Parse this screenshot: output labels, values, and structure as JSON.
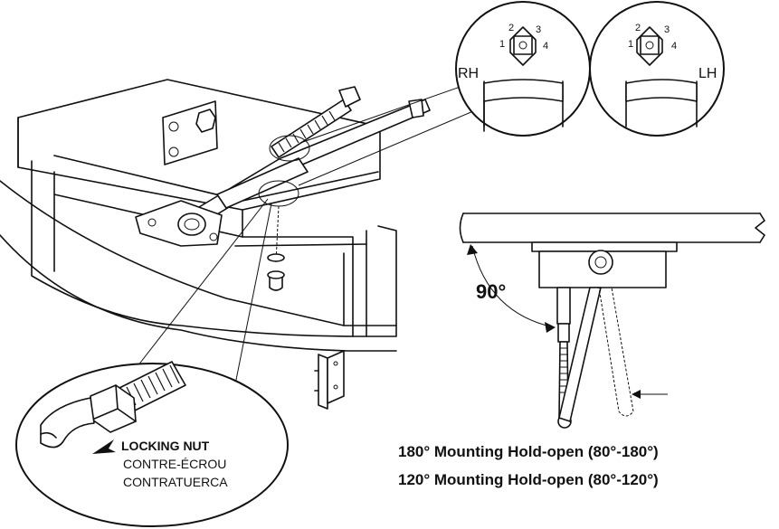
{
  "detail_labels": {
    "right_hand": "RH",
    "left_hand": "LH",
    "dial_numbers": [
      "1",
      "2",
      "3",
      "4"
    ]
  },
  "angle_label": "90°",
  "locking_nut": {
    "title": "LOCKING NUT",
    "french": "CONTRE-ÉCROU",
    "spanish": "CONTRATUERCA"
  },
  "mounting_notes": [
    "180° Mounting Hold-open (80°-180°)",
    "120° Mounting Hold-open (80°-120°)"
  ]
}
